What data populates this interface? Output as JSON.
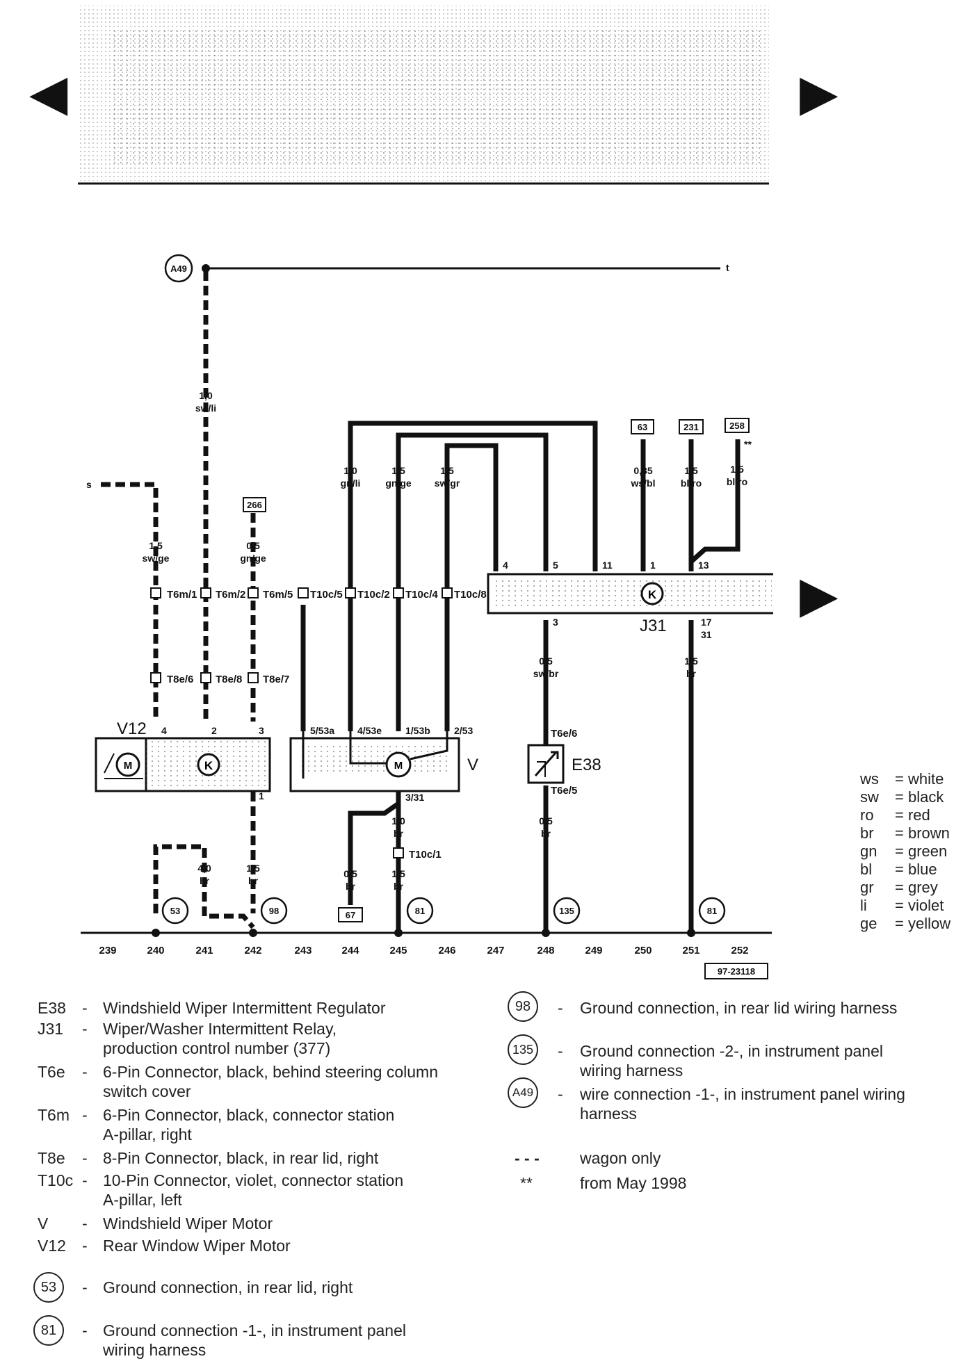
{
  "header": {
    "nav_prev": "◀",
    "nav_next": "▶"
  },
  "diagram": {
    "figure_id": "97-23118",
    "right_end_label": "t",
    "left_start_label": "s",
    "wires": [
      {
        "id": "w240",
        "size": "1,5",
        "color": "sw/ge"
      },
      {
        "id": "w241",
        "size": "1,0",
        "color": "sw/li"
      },
      {
        "id": "w242a",
        "size": "0,5",
        "color": "gn/ge"
      },
      {
        "id": "w244",
        "size": "1,0",
        "color": "gn/li"
      },
      {
        "id": "w245",
        "size": "1,5",
        "color": "gn/ge"
      },
      {
        "id": "w246",
        "size": "1,5",
        "color": "sw/gr"
      },
      {
        "id": "w249",
        "size": "0,35",
        "color": "ws/bl"
      },
      {
        "id": "w250",
        "size": "1,5",
        "color": "bl/ro"
      },
      {
        "id": "w251",
        "size": "1,5",
        "color": "bl/ro"
      },
      {
        "id": "w248a",
        "size": "0,5",
        "color": "sw/br"
      },
      {
        "id": "w251b",
        "size": "1,5",
        "color": "br"
      },
      {
        "id": "w241g",
        "size": "4,0",
        "color": "br"
      },
      {
        "id": "w242g",
        "size": "1,5",
        "color": "br"
      },
      {
        "id": "w245m",
        "size": "1,0",
        "color": "br"
      },
      {
        "id": "w244g",
        "size": "0,5",
        "color": "br"
      },
      {
        "id": "w245g",
        "size": "1,5",
        "color": "br"
      },
      {
        "id": "w248g",
        "size": "0,5",
        "color": "br"
      }
    ],
    "connectors": [
      "T6m/1",
      "T6m/2",
      "T6m/5",
      "T10c/5",
      "T10c/2",
      "T10c/4",
      "T10c/8",
      "T8e/6",
      "T8e/8",
      "T8e/7",
      "T6e/6",
      "T6e/5",
      "T10c/1"
    ],
    "pins": {
      "v12_4": "4",
      "v12_2": "2",
      "v12_3": "3",
      "v12_1": "1",
      "v_1": "5/53a",
      "v_2": "4/53e",
      "v_3": "1/53b",
      "v_4": "2/53",
      "v_gnd": "3/31",
      "j31_4": "4",
      "j31_5": "5",
      "j31_11": "11",
      "j31_1": "1",
      "j31_13": "13",
      "j31_3": "3",
      "j31_17": "17",
      "j31_31": "31"
    },
    "refs": {
      "r266": "266",
      "r63": "63",
      "r231": "231",
      "r258": "258",
      "r67": "67",
      "stars": "**"
    },
    "ground_points": {
      "g53": "53",
      "g98": "98",
      "g81a": "81",
      "g135": "135",
      "g81b": "81",
      "a49": "A49"
    },
    "components": {
      "v12": "V12",
      "v": "V",
      "j31": "J31",
      "e38": "E38",
      "relay_k": "K"
    },
    "tracks": [
      "239",
      "240",
      "241",
      "242",
      "243",
      "244",
      "245",
      "246",
      "247",
      "248",
      "249",
      "250",
      "251",
      "252"
    ]
  },
  "color_key": [
    {
      "abbr": "ws",
      "name": "= white"
    },
    {
      "abbr": "sw",
      "name": "= black"
    },
    {
      "abbr": "ro",
      "name": "= red"
    },
    {
      "abbr": "br",
      "name": "= brown"
    },
    {
      "abbr": "gn",
      "name": "= green"
    },
    {
      "abbr": "bl",
      "name": "= blue"
    },
    {
      "abbr": "gr",
      "name": "= grey"
    },
    {
      "abbr": "li",
      "name": "= violet"
    },
    {
      "abbr": "ge",
      "name": "= yellow"
    }
  ],
  "legend_left": [
    {
      "code": "E38",
      "desc": "Windshield Wiper Intermittent Regulator"
    },
    {
      "code": "J31",
      "desc": "Wiper/Washer Intermittent Relay,\nproduction control number (377)"
    },
    {
      "code": "T6e",
      "desc": "6-Pin Connector, black, behind steering column\nswitch cover"
    },
    {
      "code": "T6m",
      "desc": "6-Pin Connector, black, connector station\nA-pillar, right"
    },
    {
      "code": "T8e",
      "desc": "8-Pin Connector, black, in rear lid, right"
    },
    {
      "code": "T10c",
      "desc": "10-Pin Connector, violet, connector station\nA-pillar, left"
    },
    {
      "code": "V",
      "desc": "Windshield Wiper Motor"
    },
    {
      "code": "V12",
      "desc": "Rear Window Wiper Motor"
    }
  ],
  "legend_grounds_left": [
    {
      "code": "53",
      "desc": "Ground connection, in rear lid, right"
    },
    {
      "code": "81",
      "desc": "Ground connection -1-, in instrument panel\nwiring harness"
    }
  ],
  "legend_right": [
    {
      "code": "98",
      "desc": "Ground connection, in rear lid wiring harness"
    },
    {
      "code": "135",
      "desc": "Ground connection -2-, in instrument panel\nwiring harness"
    },
    {
      "code": "A49",
      "desc": "wire connection -1-, in instrument panel wiring\nharness"
    }
  ],
  "legend_symbols": [
    {
      "symbol": "- - -",
      "desc": "wagon only"
    },
    {
      "symbol": "**",
      "desc": "from May 1998"
    }
  ]
}
